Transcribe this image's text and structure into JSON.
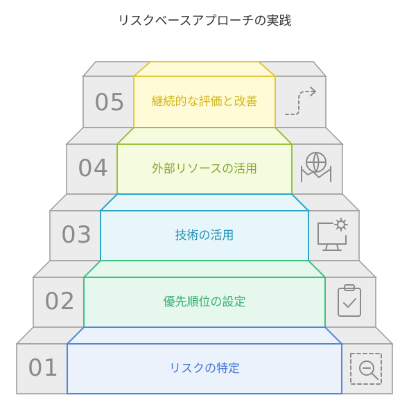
{
  "title": "リスクベースアプローチの実践",
  "steps": [
    {
      "number": "05",
      "label": "継続的な評価と改善",
      "icon": "trend-arrow-icon",
      "color": "#e3c73c",
      "fill": "#fffbd6"
    },
    {
      "number": "04",
      "label": "外部リソースの活用",
      "icon": "handshake-globe-icon",
      "color": "#9bc13f",
      "fill": "#f4fbdf"
    },
    {
      "number": "03",
      "label": "技術の活用",
      "icon": "monitor-gear-icon",
      "color": "#2ba4c9",
      "fill": "#e6f6fb"
    },
    {
      "number": "02",
      "label": "優先順位の設定",
      "icon": "clipboard-check-icon",
      "color": "#3fbf7f",
      "fill": "#e6f7ee"
    },
    {
      "number": "01",
      "label": "リスクの特定",
      "icon": "magnifier-scan-icon",
      "color": "#4f87d9",
      "fill": "#ecf2fc"
    }
  ]
}
